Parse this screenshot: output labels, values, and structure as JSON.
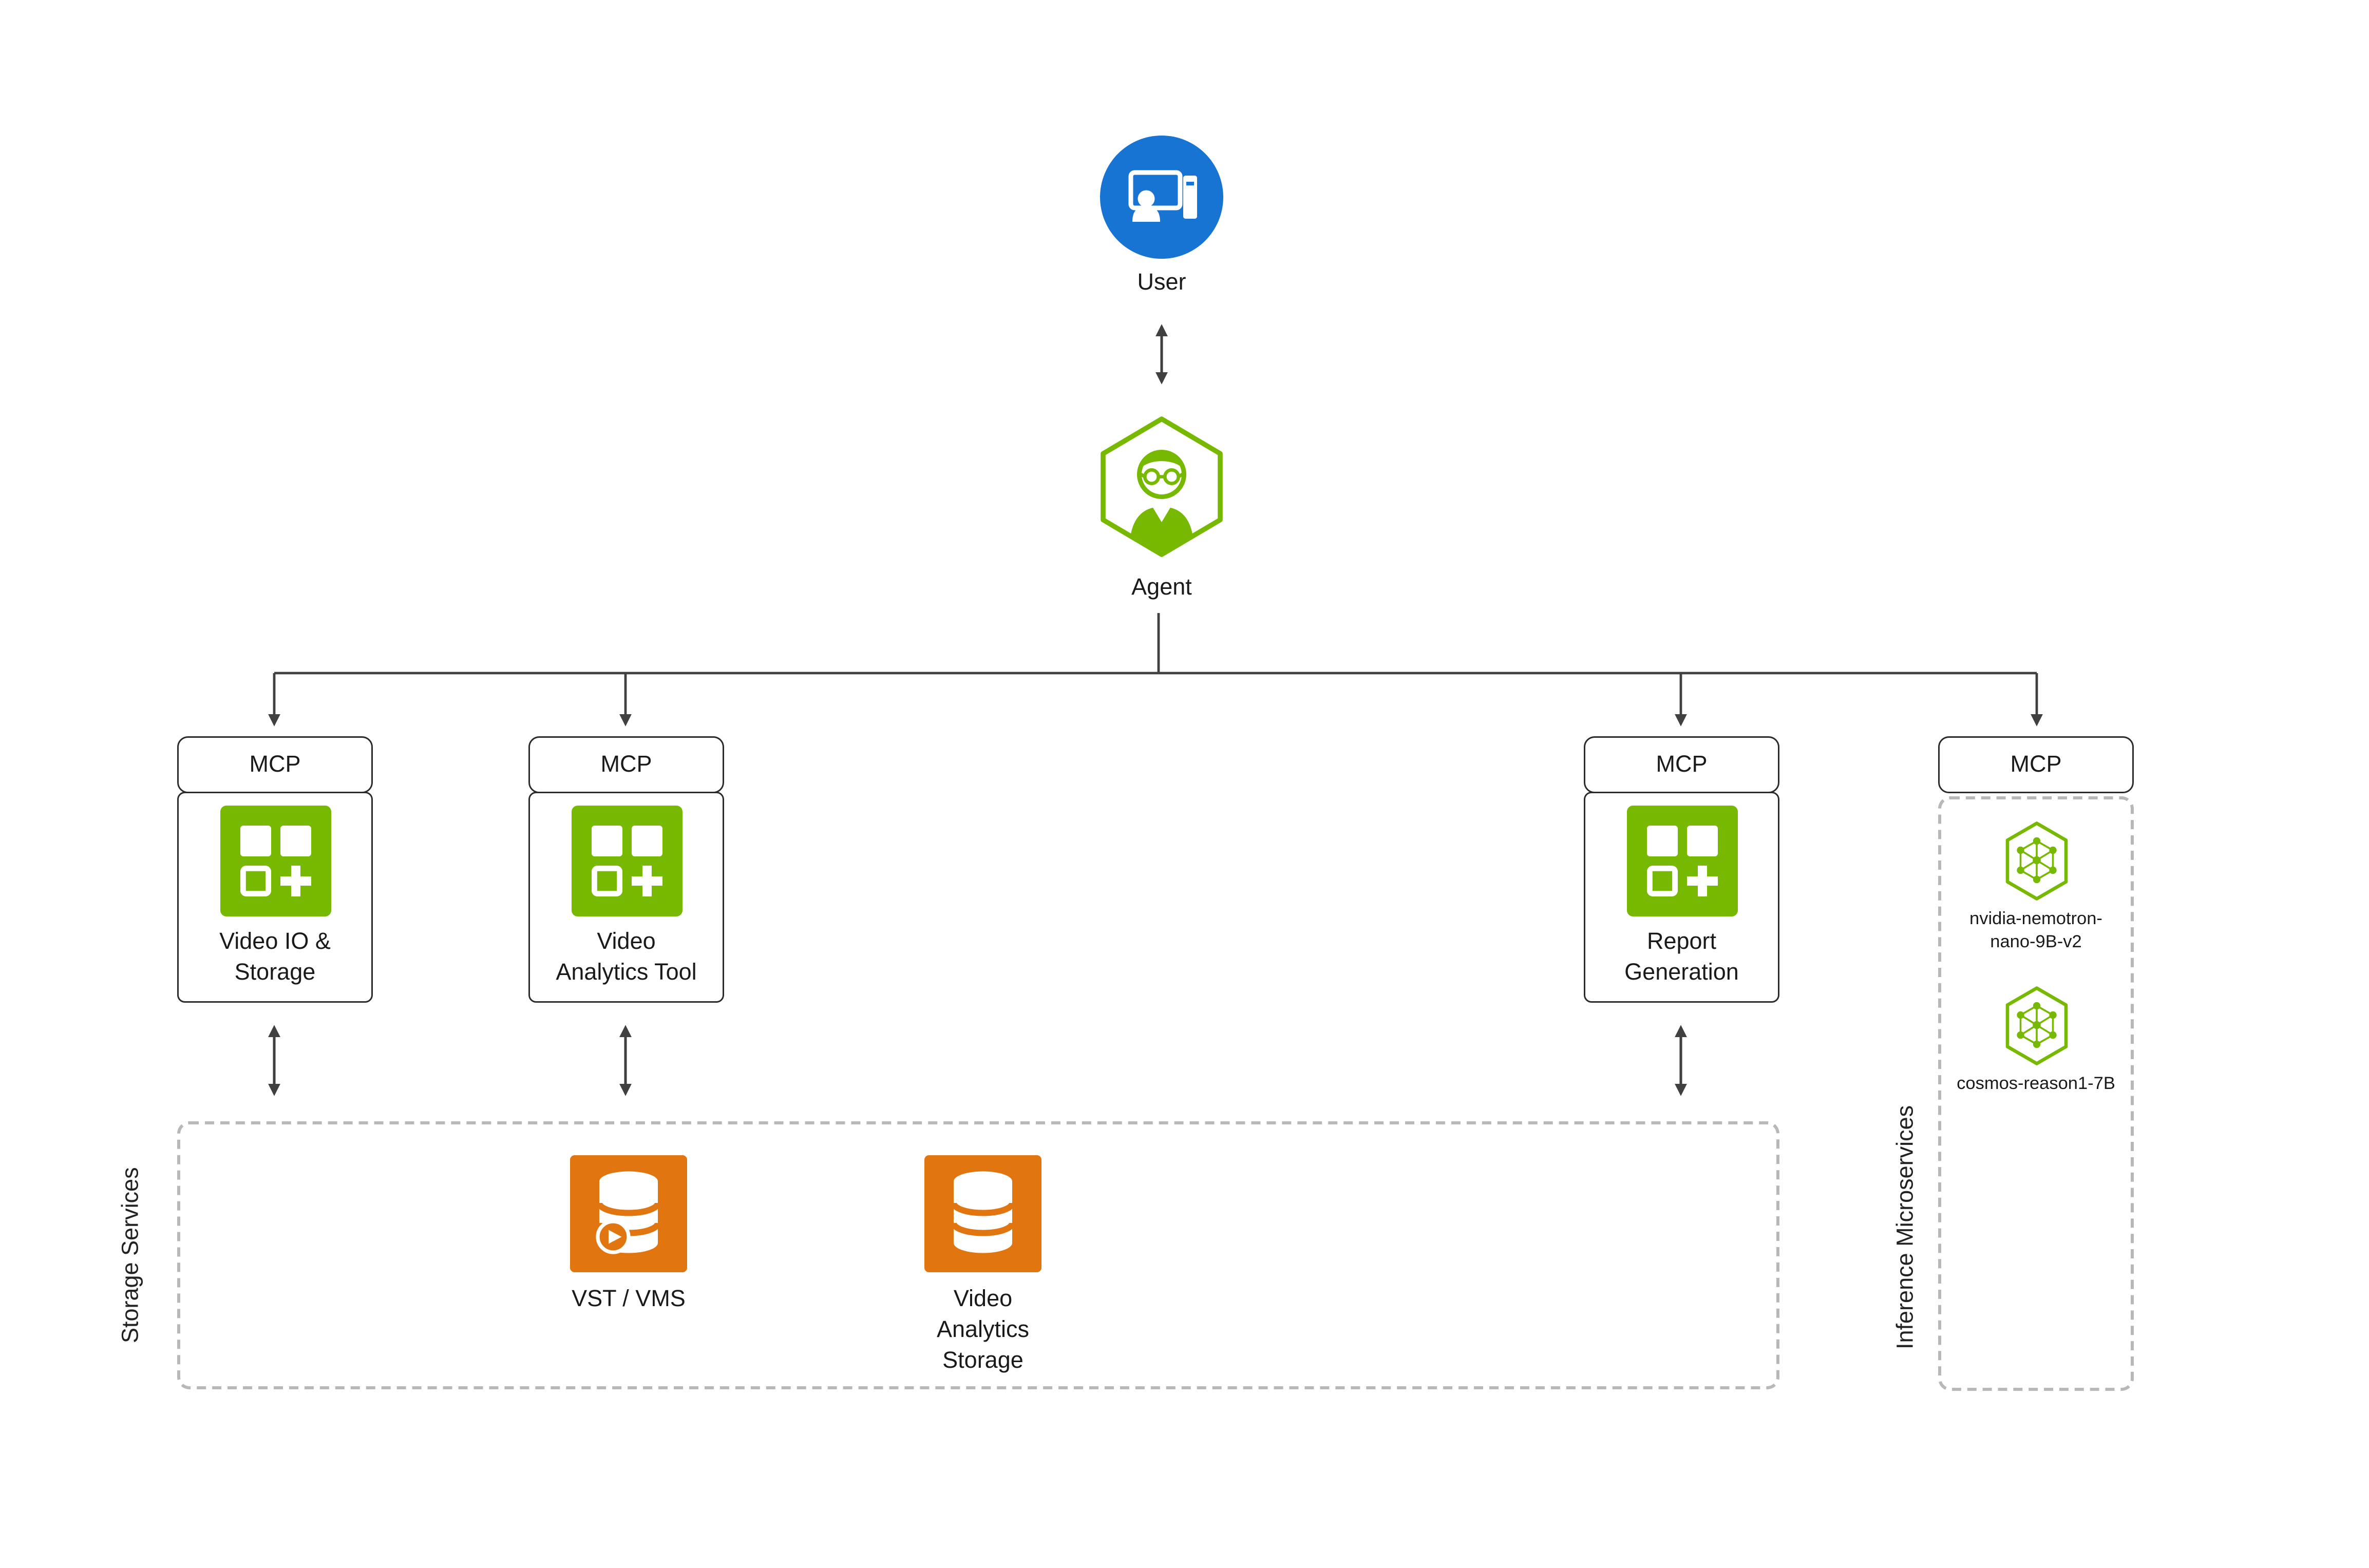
{
  "colors": {
    "nvidia_green": "#76B900",
    "user_blue": "#1874D2",
    "storage_orange": "#E1750F",
    "connector_dark": "#404040",
    "dashed_border_gray": "#B8B8B8"
  },
  "user": {
    "label": "User",
    "icon": "user-presentation-icon"
  },
  "agent": {
    "label": "Agent",
    "icon": "agent-hexagon-icon"
  },
  "mcp_servers": [
    {
      "header": "MCP",
      "label": "Video IO &\nStorage",
      "icon": "tools-grid-icon"
    },
    {
      "header": "MCP",
      "label": "Video\nAnalytics Tool",
      "icon": "tools-grid-icon"
    },
    {
      "header": "MCP",
      "label": "Report\nGeneration",
      "icon": "tools-grid-icon"
    }
  ],
  "inference_group": {
    "header": "MCP",
    "label": "Inference Microservices",
    "models": [
      {
        "label": "nvidia-nemotron-\nnano-9B-v2",
        "icon": "nim-hexagon-icon"
      },
      {
        "label": "cosmos-reason1-7B",
        "icon": "nim-hexagon-icon"
      }
    ]
  },
  "storage_group": {
    "label": "Storage Services",
    "items": [
      {
        "label": "VST / VMS",
        "icon": "video-database-icon"
      },
      {
        "label": "Video\nAnalytics\nStorage",
        "icon": "database-icon"
      }
    ]
  }
}
